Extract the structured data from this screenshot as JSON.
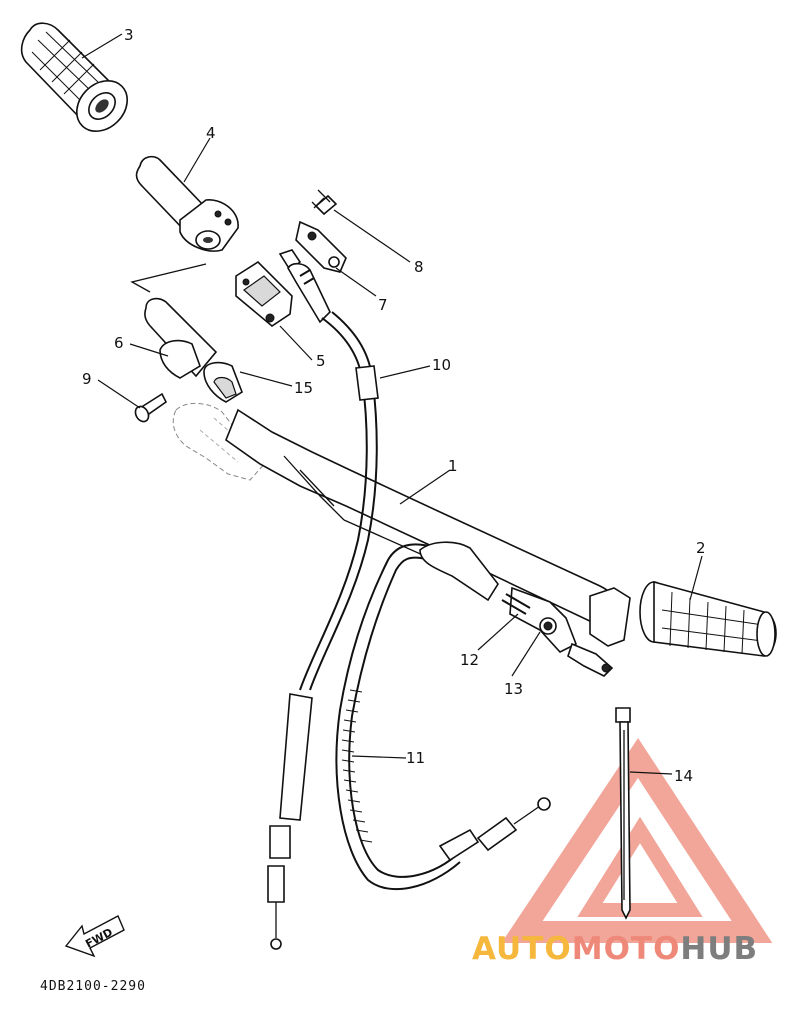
{
  "diagram": {
    "part_numbers": [
      "1",
      "2",
      "3",
      "4",
      "5",
      "6",
      "7",
      "8",
      "9",
      "10",
      "11",
      "12",
      "13",
      "14",
      "15"
    ],
    "diagram_code": "4DB2100-2290",
    "direction_label": "FWD",
    "watermark": {
      "brand_a": "AUTO",
      "brand_b": "MOTO",
      "brand_c": "HUB",
      "color_a": "#f5b73c",
      "color_b": "#ee8878",
      "color_c": "#7e7e7e"
    }
  }
}
